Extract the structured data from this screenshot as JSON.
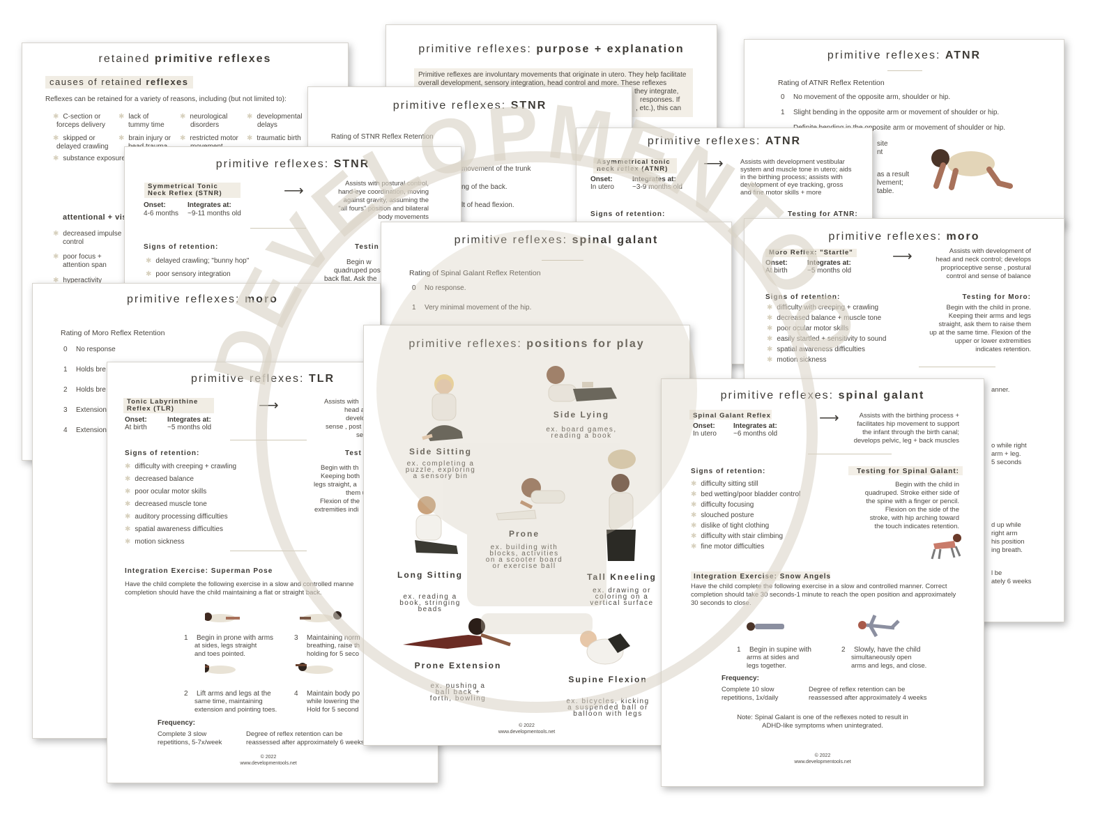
{
  "sheets": {
    "causes": {
      "title_light": "retained",
      "title_bold": "primitive reflexes",
      "section_a": "causes of retained",
      "section_b": "reflexes",
      "intro": "Reflexes can be retained for a variety of reasons, including (but not limited to):",
      "causes": [
        "C-section or",
        "forceps delivery",
        "lack of",
        "tummy time",
        "neurological",
        "disorders",
        "developmental",
        "delays",
        "skipped or",
        "delayed crawling",
        "brain injury or",
        "head trauma",
        "restricted motor",
        "movement",
        "traumatic birth",
        "substance exposure"
      ],
      "section_c": "attentional + vis",
      "symptoms": [
        "decreased impulse",
        "control",
        "poor focus +",
        "attention span",
        "hyperactivity"
      ]
    },
    "purpose": {
      "title_light": "primitive reflexes:",
      "title_bold": "purpose + explanation",
      "text": [
        "Primitive reflexes are involuntary movements that originate in utero. They help facilitate",
        "overall development, sensory integration, head control and more. These reflexes",
        "they integrate,",
        "responses. If",
        ", etc.), this can"
      ]
    },
    "atnr_rating": {
      "title_light": "primitive reflexes:",
      "title_bold": "ATNR",
      "heading": "Rating of ATNR Reflex Retention",
      "items": [
        {
          "n": "0",
          "text": "No movement of the opposite arm, shoulder or hip."
        },
        {
          "n": "1",
          "text": "Slight bending in the opposite arm or movement of shoulder or hip."
        },
        {
          "n": "",
          "text": "Definite bending in the opposite arm or movement of shoulder or hip."
        }
      ],
      "fragments": [
        "site",
        "nt",
        "as a result",
        "lvement;",
        "table."
      ]
    },
    "stnr_rating": {
      "title_light": "primitive reflexes:",
      "title_bold": "STNR",
      "heading": "Rating of STNR Reflex Retention",
      "fragments": [
        "movement of the trunk",
        "ng of the back.",
        "lt of head flexion."
      ]
    },
    "atnr": {
      "title_light": "primitive reflexes:",
      "title_bold": "ATNR",
      "tag": "Asymmetrical tonic neck reflex (ATNR)",
      "onset_label": "Onset:",
      "onset": "In utero",
      "integrates_label": "Integrates at:",
      "integrates": "~3-9 months old",
      "description": [
        "Assists with development vestibular",
        "system and muscle tone in utero; aids",
        "in the birthing process; assists with",
        "development of eye tracking, gross",
        "and fine motor skills + more"
      ],
      "signs_heading": "Signs of retention:",
      "testing_heading": "Testing for ATNR:"
    },
    "stnr": {
      "title_light": "primitive reflexes:",
      "title_bold": "STNR",
      "tag": "Symmetrical Tonic Neck Reflex (STNR)",
      "onset_label": "Onset:",
      "onset": "4-6 months",
      "integrates_label": "Integrates at:",
      "integrates": "~9-11 months old",
      "description": [
        "Assists with postural control,",
        "hand-eye coordination, moving",
        "against gravity, assuming the",
        "\"all fours\" position and bilateral",
        "body movements"
      ],
      "signs_heading": "Signs of retention:",
      "signs": [
        "delayed crawling; \"bunny hop\"",
        "poor sensory integration"
      ],
      "testing_heading": "Testin",
      "testing_fragments": [
        "Begin w",
        "quadruped pos",
        "back flat. Ask the"
      ]
    },
    "moro_right": {
      "title_light": "primitive reflexes:",
      "title_bold": "moro",
      "tag": "Moro Reflex: \"Startle\"",
      "onset_label": "Onset:",
      "onset": "At birth",
      "integrates_label": "Integrates at:",
      "integrates": "~5 months old",
      "description": [
        "Assists with development of",
        "head and neck control; develops",
        "proprioceptive sense , postural",
        "control and sense of balance"
      ],
      "signs_heading": "Signs of retention:",
      "signs": [
        "difficulty with creeping + crawling",
        "decreased balance + muscle tone",
        "poor ocular motor skills",
        "easily startled + sensitivity to sound",
        "spatial awareness difficulties",
        "motion sickness"
      ],
      "testing_heading": "Testing for Moro:",
      "testing": [
        "Begin with the child in prone.",
        "Keeping their arms and legs",
        "straight, ask them to raise them",
        "up at the same time. Flexion of the",
        "upper or lower extremities",
        "indicates retention."
      ],
      "fragments": [
        "anner.",
        "o while right",
        "arm + leg.",
        "5 seconds",
        "d up while",
        "right arm",
        "his position",
        "ing breath.",
        "l be",
        "ately 6 weeks"
      ]
    },
    "galant_rating": {
      "title_light": "primitive reflexes:",
      "title_bold": "spinal galant",
      "heading": "Rating of Spinal Galant Reflex Retention",
      "items": [
        {
          "n": "0",
          "text": "No response."
        },
        {
          "n": "1",
          "text": "Very minimal movement of the hip."
        }
      ]
    },
    "moro_rating": {
      "title_light": "primitive reflexes:",
      "title_bold": "moro",
      "heading": "Rating of Moro Reflex Retention",
      "items": [
        {
          "n": "0",
          "text": "No response"
        },
        {
          "n": "1",
          "text": "Holds bre"
        },
        {
          "n": "2",
          "text": "Holds bre"
        },
        {
          "n": "3",
          "text": "Extension"
        },
        {
          "n": "4",
          "text": "Extension"
        }
      ]
    },
    "tlr": {
      "title_light": "primitive reflexes:",
      "title_bold": "TLR",
      "tag": "Tonic Labyrinthine Reflex (TLR)",
      "onset_label": "Onset:",
      "onset": "At birth",
      "integrates_label": "Integrates at:",
      "integrates": "~5 months old",
      "description": [
        "Assists with",
        "head a",
        "develop",
        "sense , post",
        "se"
      ],
      "signs_heading": "Signs of retention:",
      "signs": [
        "difficulty with creeping + crawling",
        "decreased balance",
        "poor ocular motor skills",
        "decreased muscle tone",
        "auditory processing difficulties",
        "spatial awareness difficulties",
        "motion sickness"
      ],
      "testing_heading": "Test",
      "testing_fragments": [
        "Begin with th",
        "Keeping both",
        "legs straight, a",
        "them up a",
        "Flexion of the",
        "extremities indi"
      ],
      "exercise_heading": "Integration Exercise: Superman Pose",
      "exercise_intro": [
        "Have the child complete the following exercise in a slow and controlled manne",
        "completion should have the child maintaining a flat or straight back."
      ],
      "steps": [
        {
          "n": "1",
          "lines": [
            "Begin in prone with arms",
            "at sides, legs straight",
            "and toes pointed."
          ]
        },
        {
          "n": "3",
          "lines": [
            "Maintaining norm",
            "breathing, raise th",
            "holding for 5 seco"
          ]
        },
        {
          "n": "2",
          "lines": [
            "Lift arms and legs at the",
            "same time, maintaining",
            "extension and pointing toes."
          ]
        },
        {
          "n": "4",
          "lines": [
            "Maintain body po",
            "while lowering the",
            "Hold for 5 second"
          ]
        }
      ],
      "frequency_label": "Frequency:",
      "frequency": [
        "Complete 3 slow",
        "repetitions, 5-7x/week"
      ],
      "reassess": [
        "Degree of reflex retention can be",
        "reassessed after approximately 6 weeks"
      ],
      "footer": [
        "© 2022",
        "www.developmentools.net"
      ]
    },
    "play": {
      "title_light": "primitive reflexes:",
      "title_bold": "positions for play",
      "positions": [
        {
          "name": "Side Sitting",
          "example": [
            "ex. completing a",
            "puzzle, exploring",
            "a sensory bin"
          ]
        },
        {
          "name": "Side Lying",
          "example": [
            "ex. board games,",
            "reading a book"
          ]
        },
        {
          "name": "Prone",
          "example": [
            "ex. building with",
            "blocks, activities",
            "on a scooter board",
            "or exercise ball"
          ]
        },
        {
          "name": "Long Sitting",
          "example": [
            "ex. reading a",
            "book, stringing",
            "beads"
          ]
        },
        {
          "name": "Tall Kneeling",
          "example": [
            "ex. drawing or",
            "coloring on a",
            "vertical surface"
          ]
        },
        {
          "name": "Prone Extension",
          "example": [
            "ex. pushing a",
            "ball back +",
            "forth, bowling"
          ]
        },
        {
          "name": "Supine Flexion",
          "example": [
            "ex. bicycles, kicking",
            "a suspended ball or",
            "balloon with legs"
          ]
        }
      ],
      "footer": [
        "© 2022",
        "www.developmentools.net"
      ]
    },
    "galant": {
      "title_light": "primitive reflexes:",
      "title_bold": "spinal galant",
      "tag": "Spinal Galant Reflex",
      "onset_label": "Onset:",
      "onset": "In utero",
      "integrates_label": "Integrates at:",
      "integrates": "~6 months old",
      "description": [
        "Assists with the birthing process +",
        "facilitates hip movement to support",
        "the infant through the birth canal;",
        "develops pelvic, leg + back muscles"
      ],
      "signs_heading": "Signs of retention:",
      "signs": [
        "difficulty sitting still",
        "bed wetting/poor bladder control",
        "difficulty focusing",
        "slouched posture",
        "dislike of tight clothing",
        "difficulty with stair climbing",
        "fine motor difficulties"
      ],
      "testing_heading": "Testing for Spinal Galant:",
      "testing": [
        "Begin with the child in",
        "quadruped. Stroke either side of",
        "the spine with a finger or pencil.",
        "Flexion on the side of the",
        "stroke, with hip arching toward",
        "the touch indicates retention."
      ],
      "exercise_heading": "Integration Exercise: Snow Angels",
      "exercise_intro": [
        "Have the child complete the following exercise in a slow and controlled manner. Correct",
        "completion should take 30 seconds-1 minute to reach the open position and approximately",
        "30 seconds to close."
      ],
      "steps": [
        {
          "n": "1",
          "lines": [
            "Begin in supine with",
            "arms at sides and",
            "legs together."
          ]
        },
        {
          "n": "2",
          "lines": [
            "Slowly, have the child",
            "simultaneously open",
            "arms and legs, and close."
          ]
        }
      ],
      "frequency_label": "Frequency:",
      "frequency": [
        "Complete 10 slow",
        "repetitions, 1x/daily"
      ],
      "reassess": [
        "Degree of reflex retention can be",
        "reassessed after approximately 4 weeks"
      ],
      "note": [
        "Note: Spinal Galant is one of the reflexes noted to result in",
        "ADHD-like symptoms when unintegrated."
      ],
      "footer": [
        "© 2022",
        "www.developmentools.net"
      ]
    }
  },
  "watermark": {
    "text": "DEVELOPMENTOOLS",
    "color": "#d8d2c4"
  },
  "colors": {
    "accent": "#f1ede4",
    "text": "#3d3a35",
    "skin_light": "#e7c7a8",
    "skin_mid": "#b98762",
    "skin_dark": "#6b4330",
    "shirt": "#f3f1ec",
    "pants": "#3b3a33"
  }
}
